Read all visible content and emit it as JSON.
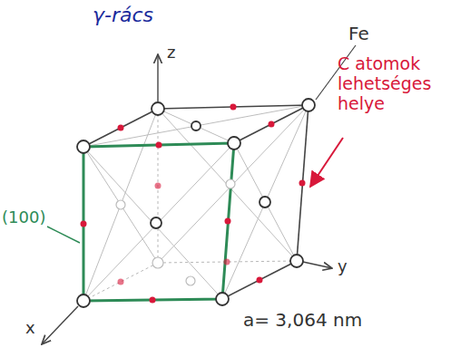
{
  "diagram": {
    "labels": [
      "γ-rács",
      "z",
      "Fe",
      "C atomok lehetséges helye",
      "(100)",
      "y",
      "x",
      "a= 3,064 nm"
    ]
  }
}
